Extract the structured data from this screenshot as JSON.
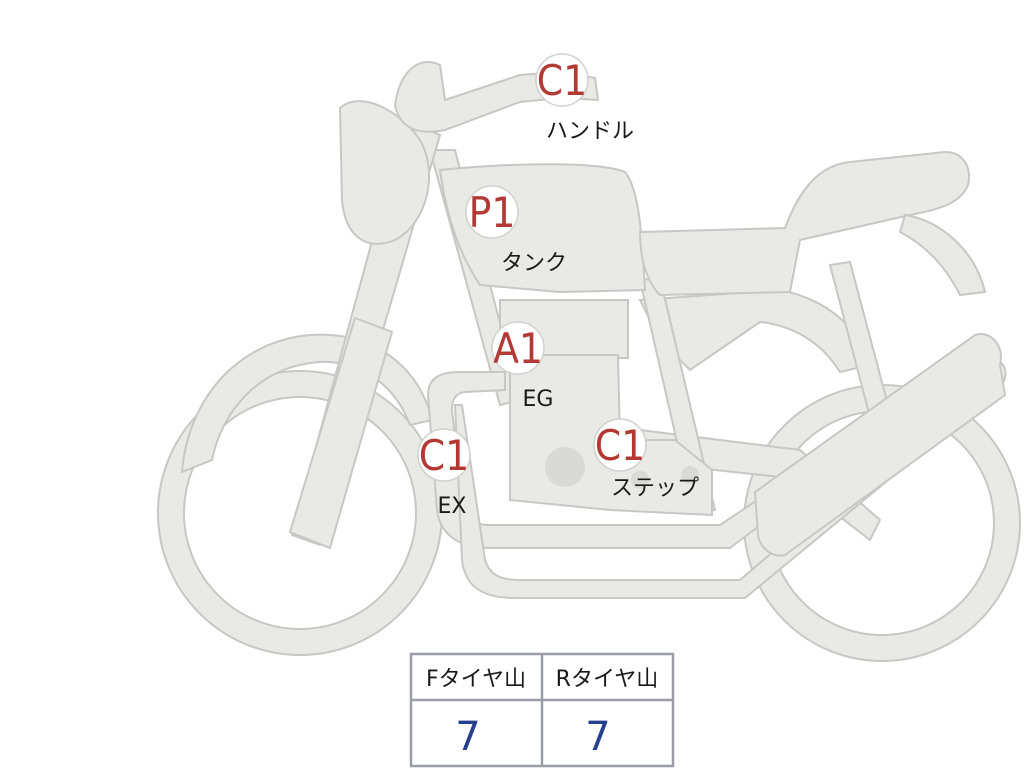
{
  "markers": [
    {
      "id": "handle",
      "code": "C1",
      "label": "ハンドル"
    },
    {
      "id": "tank",
      "code": "P1",
      "label": "タンク"
    },
    {
      "id": "engine",
      "code": "A1",
      "label": "EG"
    },
    {
      "id": "exhaust",
      "code": "C1",
      "label": "EX"
    },
    {
      "id": "step",
      "code": "C1",
      "label": "ステップ"
    }
  ],
  "tire_table": {
    "headers": [
      "Fタイヤ山",
      "Rタイヤ山"
    ],
    "values": [
      "7",
      "7"
    ]
  },
  "colors": {
    "code": "#b33a34",
    "value": "#26408f",
    "body": "#e9e9e6",
    "outline": "#c7c7c4"
  }
}
